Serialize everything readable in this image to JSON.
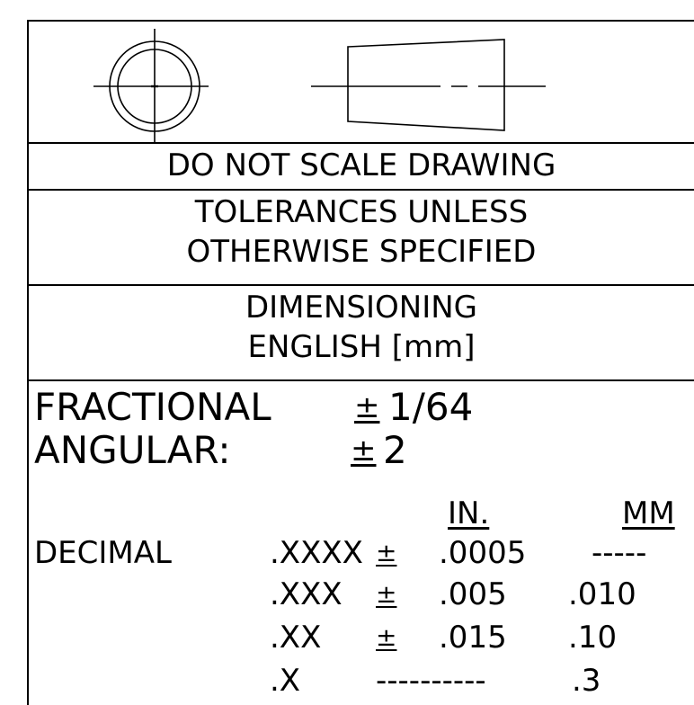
{
  "notes": {
    "no_scale": "DO NOT SCALE DRAWING",
    "tolerances_line1": "TOLERANCES UNLESS",
    "tolerances_line2": "OTHERWISE SPECIFIED",
    "dimensioning_line1": "DIMENSIONING",
    "dimensioning_line2": "ENGLISH [mm]"
  },
  "tolerances": {
    "fractional_label": "FRACTIONAL",
    "fractional_pm": "±",
    "fractional_value": "1/64",
    "angular_label": "ANGULAR:",
    "angular_pm": "±",
    "angular_value": "2"
  },
  "decimal": {
    "label": "DECIMAL",
    "col_in": "IN.",
    "col_mm": "MM",
    "rows": [
      {
        "places": ".XXXX",
        "pm": "±",
        "in": ".0005",
        "mm": "-----"
      },
      {
        "places": ".XXX",
        "pm": "±",
        "in": ".005",
        "mm": ".010"
      },
      {
        "places": ".XX",
        "pm": "±",
        "in": ".015",
        "mm": ".10"
      },
      {
        "places": ".X",
        "pm": "",
        "in": "----------",
        "mm": ".3"
      }
    ]
  },
  "colors": {
    "line": "#000000",
    "background": "#ffffff"
  }
}
